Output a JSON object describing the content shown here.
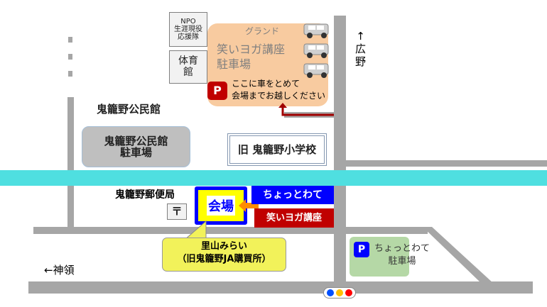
{
  "buildings": {
    "npo": "NPO\n生涯現役\n応援隊",
    "gym": "体育\n館",
    "community_hall": "鬼籠野公民館",
    "community_hall_parking": "鬼籠野公民館\n駐車場",
    "old_school": "旧 鬼籠野小学校",
    "post_office": "鬼籠野郵便局",
    "post_mark": "〒"
  },
  "ground": {
    "label": "グランド",
    "parking_title": "笑いヨガ講座\n駐車場",
    "p_icon": "P",
    "note": "ここに車をとめて\n会場までお越しください"
  },
  "venue": {
    "label": "会場",
    "event1": "ちょっとわて",
    "event2": "笑いヨガ講座",
    "callout": "里山みらい\n（旧鬼籠野JA購買所）"
  },
  "choto_parking": {
    "p_icon": "P",
    "label": "ちょっとわて\n駐車場"
  },
  "directions": {
    "north": "↑\n広\n野",
    "west": "←神領"
  },
  "colors": {
    "river": "#4fdfe0",
    "ground": "#f8cba0",
    "blue": "#0000ff",
    "red": "#c00000",
    "yellow": "#ffff00",
    "green": "#b5d8a6"
  }
}
